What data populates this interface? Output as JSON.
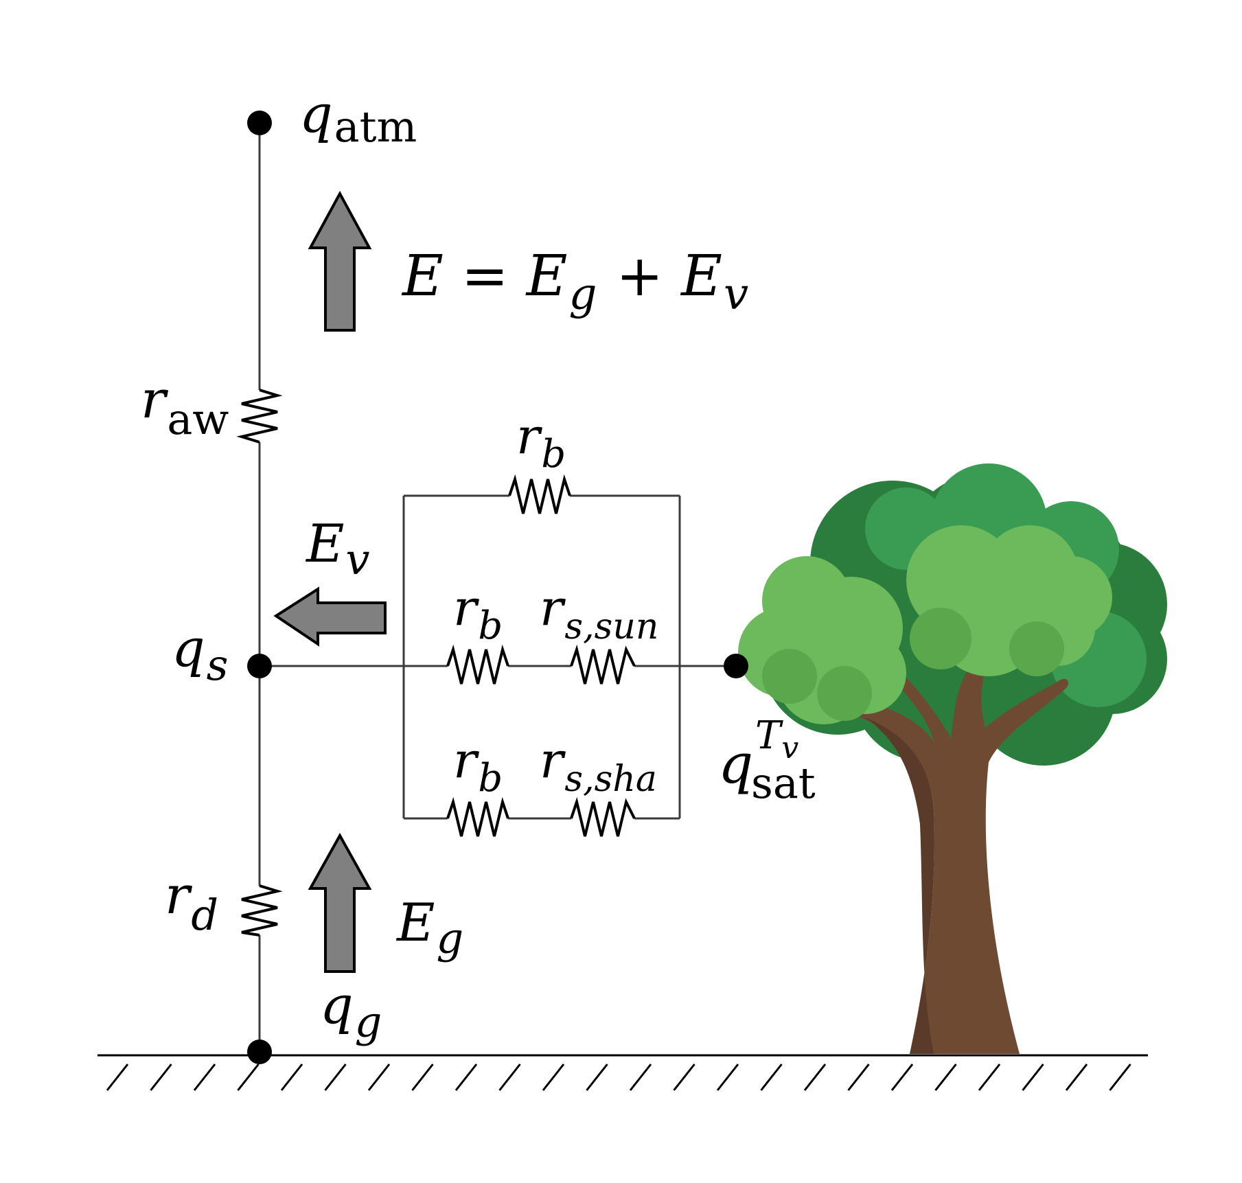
{
  "labels": {
    "q_atm": {
      "sym": "q",
      "sub": "atm"
    },
    "r_aw": {
      "sym": "r",
      "sub": "aw"
    },
    "r_d": {
      "sym": "r",
      "sub": "d"
    },
    "q_s": {
      "sym": "q",
      "sub": "s"
    },
    "q_g": {
      "sym": "q",
      "sub": "g"
    },
    "E_v_side": {
      "sym": "E",
      "sub": "v"
    },
    "E_g_bottom": {
      "sym": "E",
      "sub": "g"
    },
    "r_b_top": {
      "sym": "r",
      "sub": "b"
    },
    "r_b_mid": {
      "sym": "r",
      "sub": "b"
    },
    "r_s_sun": {
      "sym": "r",
      "sub": "s,sun"
    },
    "r_b_low": {
      "sym": "r",
      "sub": "b"
    },
    "r_s_sha": {
      "sym": "r",
      "sub": "s,sha"
    },
    "q_sat": {
      "sym": "q",
      "sub": "sat",
      "sup_sym": "T",
      "sup_sub": "v"
    }
  },
  "equation": {
    "lhs": "E",
    "eq": "=",
    "t1_sym": "E",
    "t1_sub": "g",
    "plus": "+",
    "t2_sym": "E",
    "t2_sub": "v"
  },
  "colors": {
    "wire": "#3a3a3a",
    "arrow_fill": "#808080",
    "trunk": "#6e4a33",
    "trunk_shade": "#5a3a28",
    "leaf_dark": "#2a7d3c",
    "leaf_mid": "#3a9b52",
    "leaf_light": "#6cba5c"
  }
}
